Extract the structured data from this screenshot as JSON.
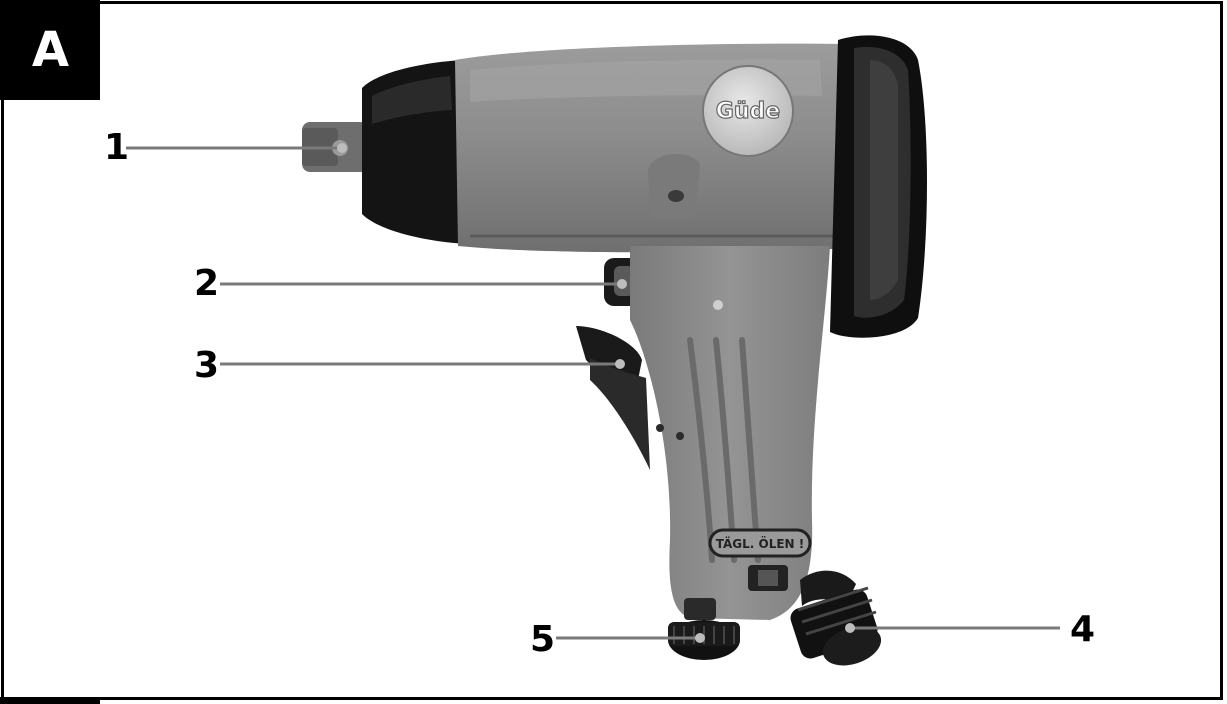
{
  "figure": {
    "label": "A",
    "logo_text": "Güde",
    "handle_text": "TÄGL. ÖLEN !",
    "callouts": [
      "1",
      "2",
      "3",
      "4",
      "5"
    ]
  },
  "colors": {
    "frame": "#000000",
    "tool_body": "#8a8a8a",
    "tool_dark": "#111111",
    "leader_line": "#7a7a7a"
  },
  "icons": [
    "impact-wrench-illustration"
  ]
}
